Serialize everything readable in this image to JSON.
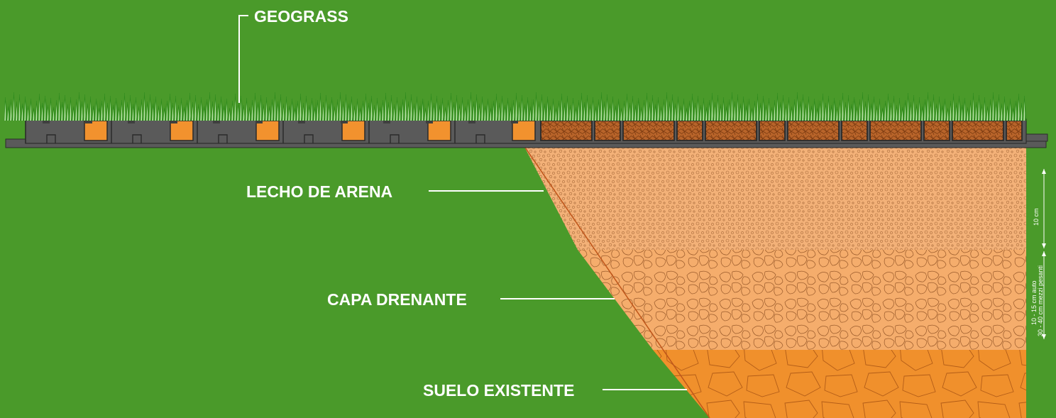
{
  "colors": {
    "background": "#4a9a2a",
    "grid_module": "#5a5a5a",
    "grid_outline": "#2b2b2b",
    "orange_cell": "#f2922e",
    "gravel_cell": "#b8642a",
    "sand": "#f3b178",
    "drain": "#f5ad6c",
    "soil": "#f0902c",
    "grass_light": "#bde6a8",
    "grass_dark": "#2e8a1c",
    "label": "#ffffff"
  },
  "labels": {
    "geograss": "GEOGRASS",
    "lecho_de_arena": "LECHO DE ARENA",
    "capa_drenante": "CAPA DRENANTE",
    "suelo_existente": "SUELO EXISTENTE"
  },
  "dimensions": {
    "sand_depth": "10 cm",
    "drain_depth_line1": "10 - 15 cm auto",
    "drain_depth_line2": "30 - 40 cm mezzi pesanti"
  }
}
